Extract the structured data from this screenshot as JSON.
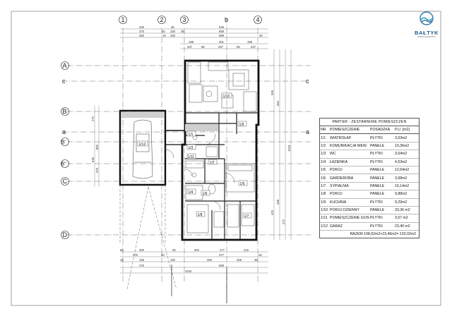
{
  "logo": {
    "name": "BAŁTYK",
    "subtitle": "NIERUCHOMOŚCI"
  },
  "axes_vertical": [
    "1",
    "2",
    "3",
    "b",
    "4"
  ],
  "axes_horizontal": [
    "A",
    "c",
    "B",
    "a",
    "B'",
    "B''",
    "C",
    "D"
  ],
  "dims_top_row1": [
    "430",
    "35",
    "535"
  ],
  "dims_top_row2": [
    "375",
    "45",
    "150",
    "35",
    "689"
  ],
  "dims_top_row3": [
    "360",
    "15",
    "150",
    "699",
    "28"
  ],
  "dims_top_row4": [
    "199",
    "301",
    "199"
  ],
  "dims_top_row5": [
    "267",
    "88",
    "297",
    "88",
    "237"
  ],
  "dims_bottom_row1": [
    "65",
    "300",
    "35",
    "302",
    "177",
    "215"
  ],
  "dims_bottom_row2": [
    "275",
    "90",
    "377",
    "28"
  ],
  "dims_bottom_row3": [
    "15",
    "165",
    "150",
    "450",
    "208",
    "35"
  ],
  "dims_bottom_row4": [
    "375",
    "689"
  ],
  "dims_bottom_row5": [
    "1034"
  ],
  "dims_left": [
    "272",
    "865",
    "635",
    "576"
  ],
  "dims_right": [
    "555",
    "840",
    "1618",
    "458",
    "423",
    "272"
  ],
  "room_labels": [
    "1/10",
    "1/9",
    "1/1",
    "1/2",
    "1/3",
    "1/4",
    "1/5",
    "1/6",
    "1/7",
    "1/8",
    "1/11",
    "1/12"
  ],
  "legend": {
    "title": "PARTER - ZESTAWIENIE POMIESZCZEŃ",
    "headers": [
      "NR",
      "POMIESZCZENIE",
      "POSADZKA",
      "P.U. [m2]"
    ],
    "rows": [
      [
        "1/1",
        "WIATROŁAP",
        "PŁYTKI",
        "3,53m2"
      ],
      [
        "1/2",
        "KOMUNIKACJA WEW.",
        "PANELE",
        "10,36m2"
      ],
      [
        "1/3",
        "WC",
        "PŁYTKI",
        "3,54m2"
      ],
      [
        "1/4",
        "ŁAZIENKA",
        "PŁYTKI",
        "4,53m2"
      ],
      [
        "1/5",
        "POKÓJ",
        "PANELE",
        "12,64m2"
      ],
      [
        "1/6",
        "GARDEROBA",
        "PANELE",
        "3,68m2"
      ],
      [
        "1/7",
        "SYPIALNIA",
        "PANELE",
        "10,14m2"
      ],
      [
        "1/8",
        "POKÓJ",
        "PANELE",
        "9,88m2"
      ],
      [
        "1/9",
        "KUCHNIA",
        "PŁYTKI",
        "9,29m2"
      ],
      [
        "1/10",
        "POKÓJ DZIENNY",
        "PANELE",
        "33,36 m2"
      ],
      [
        "1/11",
        "POMIESZCZENIE GOSP.",
        "PŁYTKI",
        "3,67 m2"
      ],
      [
        "1/12",
        "GARAŻ",
        "PŁYTKI",
        "23,40 m2"
      ]
    ],
    "total": "RAZEM  108,62m2+23,40m2= 132,02m2"
  }
}
